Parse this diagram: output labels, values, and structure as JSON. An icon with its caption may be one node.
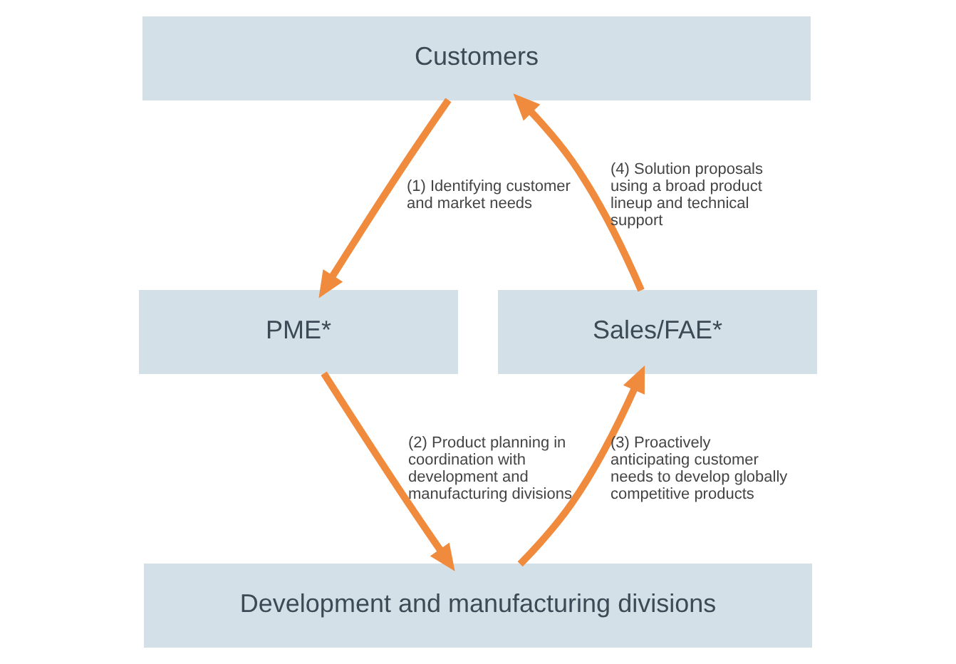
{
  "diagram": {
    "nodes": [
      {
        "text": [
          "Customers"
        ]
      },
      {
        "text": [
          "Sales/FAE*"
        ]
      },
      {
        "text": [
          "PME*"
        ]
      },
      {
        "text": [
          "Development and manufacturing divisions"
        ]
      }
    ],
    "edges": [
      {
        "from": 1,
        "to": 0,
        "arrow": "to",
        "label": "(4) Solution proposals using a broad product lineup and technical support"
      },
      {
        "from": 0,
        "to": 2,
        "arrow": "to",
        "label": "(1) Identifying customer and market needs"
      },
      {
        "from": 2,
        "to": 3,
        "arrow": "to",
        "label": "(2) Product planning in coordination with development and manufacturing divisions"
      },
      {
        "from": 3,
        "to": 1,
        "arrow": "to",
        "label": "(3) Proactively anticipating customer needs to develop globally competitive products"
      }
    ]
  }
}
